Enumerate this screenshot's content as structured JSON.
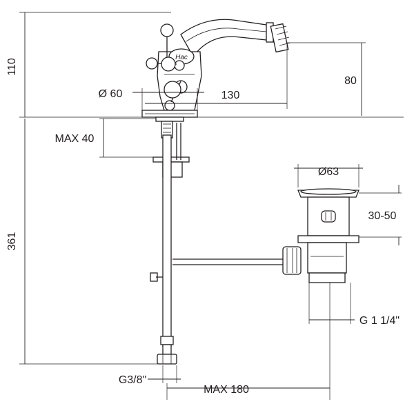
{
  "drawing": {
    "title": "",
    "dimensions": {
      "total_height": "110",
      "spout_height": "80",
      "base_diameter": "Ø 60",
      "spout_reach": "130",
      "max_thickness": "MAX 40",
      "hose_length": "361",
      "waste_diameter": "Ø63",
      "waste_thickness": "30-50",
      "waste_thread": "G 1 1/4\"",
      "inlet_thread": "G3/8\"",
      "max_offset": "MAX 180"
    },
    "handle_logo_text": "Hac"
  }
}
